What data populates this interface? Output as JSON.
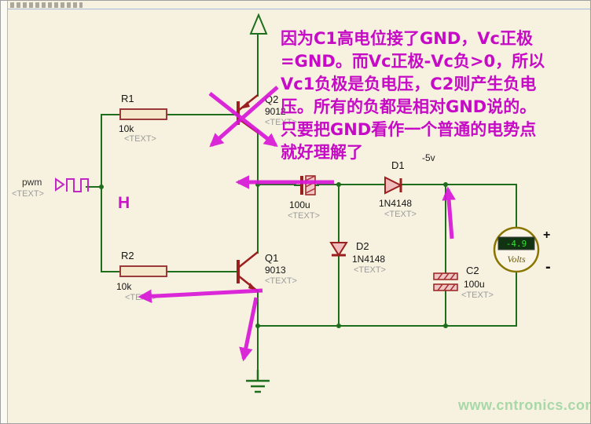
{
  "annotation": {
    "lines": [
      "因为C1高电位接了GND，Vc正极",
      "=GND。而Vc正极-Vc负>0，所以",
      "Vc1负极是负电压，C2则产生负电",
      "压。所有的负都是相对GND说的。",
      "只要把GND看作一个普通的电势点",
      "就好理解了"
    ],
    "h_label": "H"
  },
  "labels": {
    "r1_ref": "R1",
    "r1_val": "10k",
    "r2_ref": "R2",
    "r2_val": "10k",
    "q2_ref": "Q2",
    "q2_val": "9012",
    "q1_ref": "Q1",
    "q1_val": "9013",
    "c1_val": "100u",
    "c2_ref": "C2",
    "c2_val": "100u",
    "d1_ref": "D1",
    "d1_val": "1N4148",
    "d2_ref": "D2",
    "d2_val": "1N4148",
    "pwm": "pwm",
    "net_minus5v": "-5v",
    "text_placeholder": "<TEXT>"
  },
  "voltmeter": {
    "reading": "-4.9",
    "unit": "Volts",
    "plus": "+",
    "minus": "-"
  },
  "watermark": "www.cntronics.com"
}
